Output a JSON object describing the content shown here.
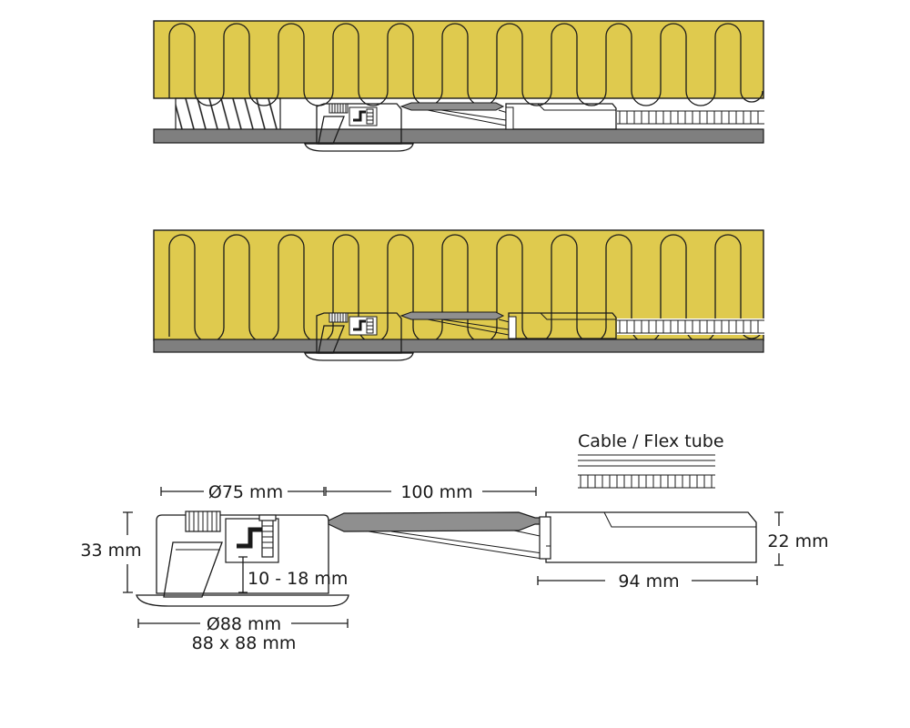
{
  "labels": {
    "cable_flex_tube": "Cable / Flex tube",
    "hole_diameter": "Ø75 mm",
    "cable_length": "100 mm",
    "fixture_height": "33 mm",
    "ceiling_thickness": "10 - 18 mm",
    "trim_diameter": "Ø88 mm",
    "trim_square": "88 x 88 mm",
    "driver_height": "22 mm",
    "driver_length": "94 mm"
  },
  "colors": {
    "insulation": "#dfca4e",
    "ceiling_board": "#7f7f7f",
    "outline": "#1a1a1a",
    "cable_sheath": "#8f8f8f"
  }
}
